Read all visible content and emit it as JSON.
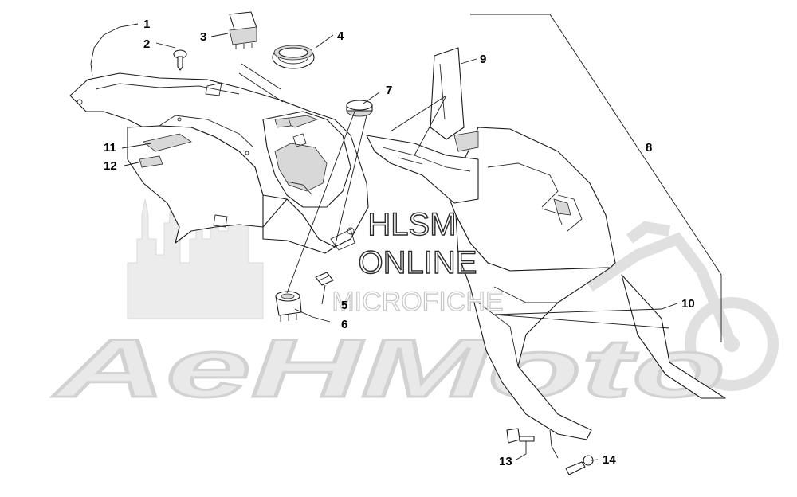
{
  "watermark": {
    "brand": "AeHMoto",
    "line1": "HLSM",
    "line2": "ONLINE",
    "line3": "MICROFICHE"
  },
  "callouts": [
    {
      "id": "1",
      "label": "1"
    },
    {
      "id": "2",
      "label": "2"
    },
    {
      "id": "3",
      "label": "3"
    },
    {
      "id": "4",
      "label": "4"
    },
    {
      "id": "5",
      "label": "5"
    },
    {
      "id": "6",
      "label": "6"
    },
    {
      "id": "7",
      "label": "7"
    },
    {
      "id": "8",
      "label": "8"
    },
    {
      "id": "9",
      "label": "9"
    },
    {
      "id": "10",
      "label": "10"
    },
    {
      "id": "11",
      "label": "11"
    },
    {
      "id": "12",
      "label": "12"
    },
    {
      "id": "13",
      "label": "13"
    },
    {
      "id": "14",
      "label": "14"
    }
  ]
}
